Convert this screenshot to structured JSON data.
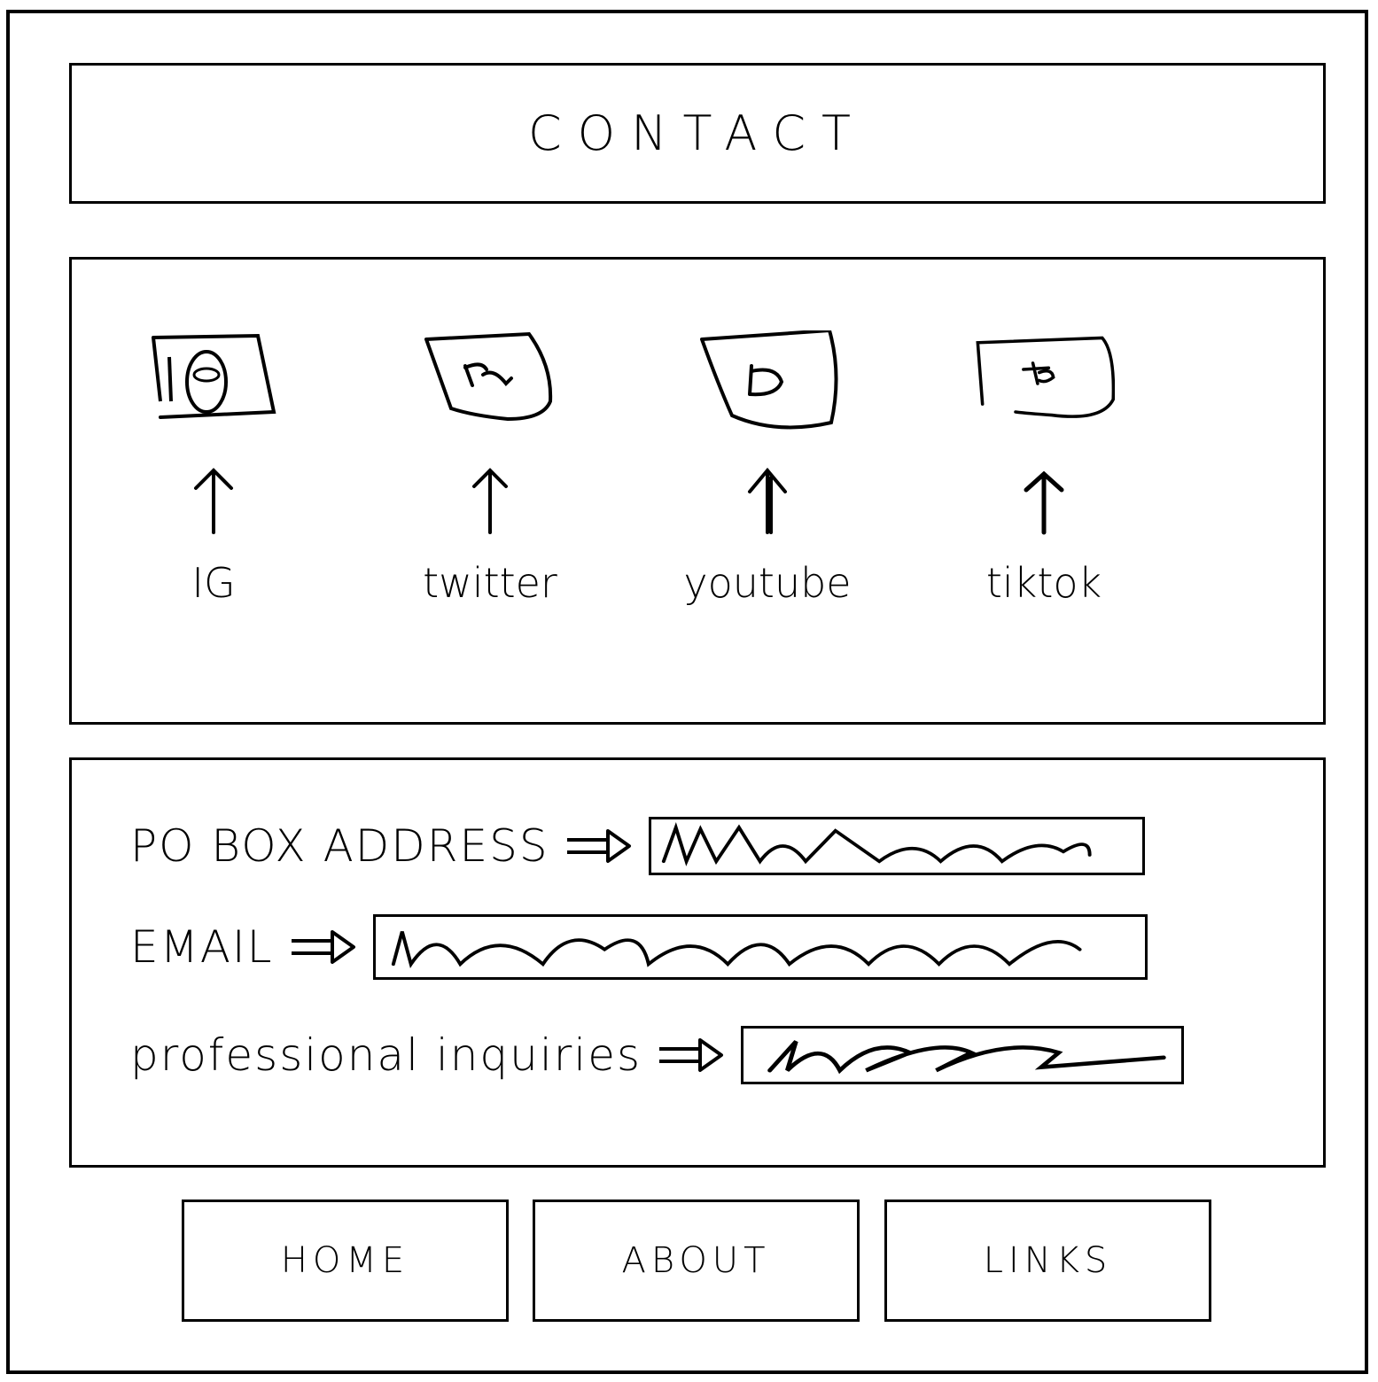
{
  "header": {
    "title": "CONTACT"
  },
  "social": {
    "items": [
      {
        "label": "IG",
        "icon": "instagram-icon"
      },
      {
        "label": "twitter",
        "icon": "twitter-icon"
      },
      {
        "label": "youtube",
        "icon": "youtube-icon"
      },
      {
        "label": "tiktok",
        "icon": "tiktok-icon"
      }
    ]
  },
  "contact": {
    "po_box_label": "PO BOX ADDRESS",
    "email_label": "EMAIL",
    "inquiries_label": "professional inquiries"
  },
  "nav": {
    "home": "HOME",
    "about": "ABOUT",
    "links": "LINKS"
  }
}
